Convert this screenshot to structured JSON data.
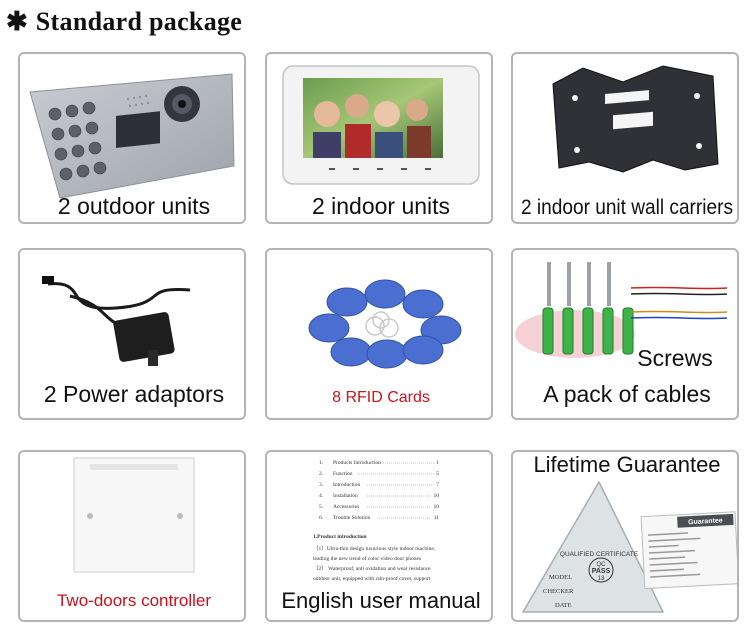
{
  "header": {
    "title": "Standard package"
  },
  "cards": [
    {
      "label": "2 outdoor units"
    },
    {
      "label": "2 indoor units"
    },
    {
      "label": "2 indoor unit wall carriers"
    },
    {
      "label": "2 Power adaptors"
    },
    {
      "label": "8 RFID Cards"
    },
    {
      "label": "Screws",
      "label2": "A pack of cables"
    },
    {
      "label": "Two-doors controller"
    },
    {
      "label": "English user manual",
      "manual": {
        "toc": [
          {
            "num": "1.",
            "title": "Products Introduction",
            "page": "1"
          },
          {
            "num": "2.",
            "title": "Function",
            "page": "5"
          },
          {
            "num": "3.",
            "title": "Introduction",
            "page": "7"
          },
          {
            "num": "4.",
            "title": "Installation",
            "page": "10"
          },
          {
            "num": "5.",
            "title": "Accessories",
            "page": "10"
          },
          {
            "num": "6.",
            "title": "Trouble Solution",
            "page": "11"
          }
        ],
        "section": "1.Product introduction",
        "lines": [
          "（1）Ultra-thin design luxurious style indoor machine,",
          "leading the new trend of color video door phones",
          "（2） Waterproof, anti oxidation and wear resistance",
          "outdoor unit, equipped with rain-proof cover, support"
        ]
      }
    },
    {
      "label": "Lifetime Guarantee",
      "cert": {
        "text": "QUALIFIED CERTIFICATE",
        "qc": "QC",
        "pass": "PASS",
        "num": "13",
        "model": "MODEL",
        "checker": "CHECKER",
        "date": "DATE"
      },
      "guarantee_card": "Guarantee"
    }
  ]
}
